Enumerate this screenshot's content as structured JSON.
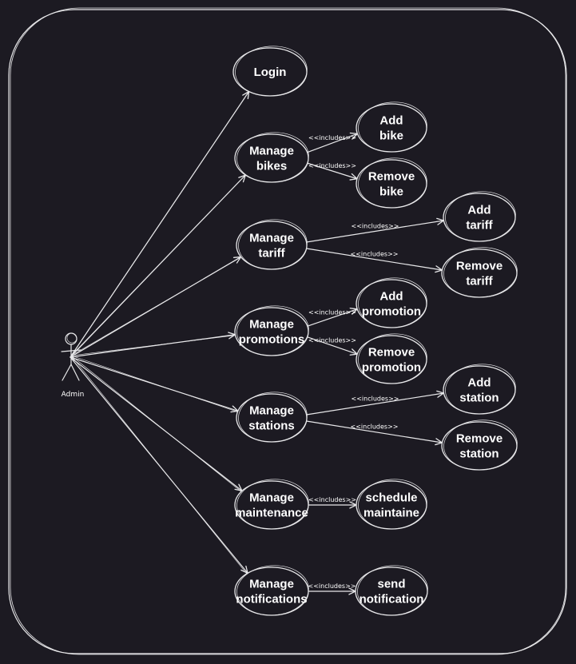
{
  "actor": {
    "name": "Admin"
  },
  "use_cases": {
    "login": [
      "Login"
    ],
    "manage_bikes": [
      "Manage",
      "bikes"
    ],
    "add_bike": [
      "Add",
      "bike"
    ],
    "remove_bike": [
      "Remove",
      "bike"
    ],
    "manage_tariff": [
      "Manage",
      "tariff"
    ],
    "add_tariff": [
      "Add",
      "tariff"
    ],
    "remove_tariff": [
      "Remove",
      "tariff"
    ],
    "manage_promotions": [
      "Manage",
      "promotions"
    ],
    "add_promotion": [
      "Add",
      "promotion"
    ],
    "remove_promotion": [
      "Remove",
      "promotion"
    ],
    "manage_stations": [
      "Manage",
      "stations"
    ],
    "add_station": [
      "Add",
      "station"
    ],
    "remove_station": [
      "Remove",
      "station"
    ],
    "manage_maintenance": [
      "Manage",
      "maintenance"
    ],
    "schedule_maintaine": [
      "schedule",
      "maintaine"
    ],
    "manage_notifications": [
      "Manage",
      "notifications"
    ],
    "send_notification": [
      "send",
      "notification"
    ]
  },
  "relationship_label": "<<includes>>",
  "associations": [
    "login",
    "manage_bikes",
    "manage_tariff",
    "manage_promotions",
    "manage_stations",
    "manage_maintenance",
    "manage_notifications"
  ],
  "includes": [
    [
      "manage_bikes",
      "add_bike"
    ],
    [
      "manage_bikes",
      "remove_bike"
    ],
    [
      "manage_tariff",
      "add_tariff"
    ],
    [
      "manage_tariff",
      "remove_tariff"
    ],
    [
      "manage_promotions",
      "add_promotion"
    ],
    [
      "manage_promotions",
      "remove_promotion"
    ],
    [
      "manage_stations",
      "add_station"
    ],
    [
      "manage_stations",
      "remove_station"
    ],
    [
      "manage_maintenance",
      "schedule_maintaine"
    ],
    [
      "manage_notifications",
      "send_notification"
    ]
  ],
  "colors": {
    "background": "#1c1a22",
    "stroke": "#e8e8ea",
    "text": "#ffffff"
  }
}
